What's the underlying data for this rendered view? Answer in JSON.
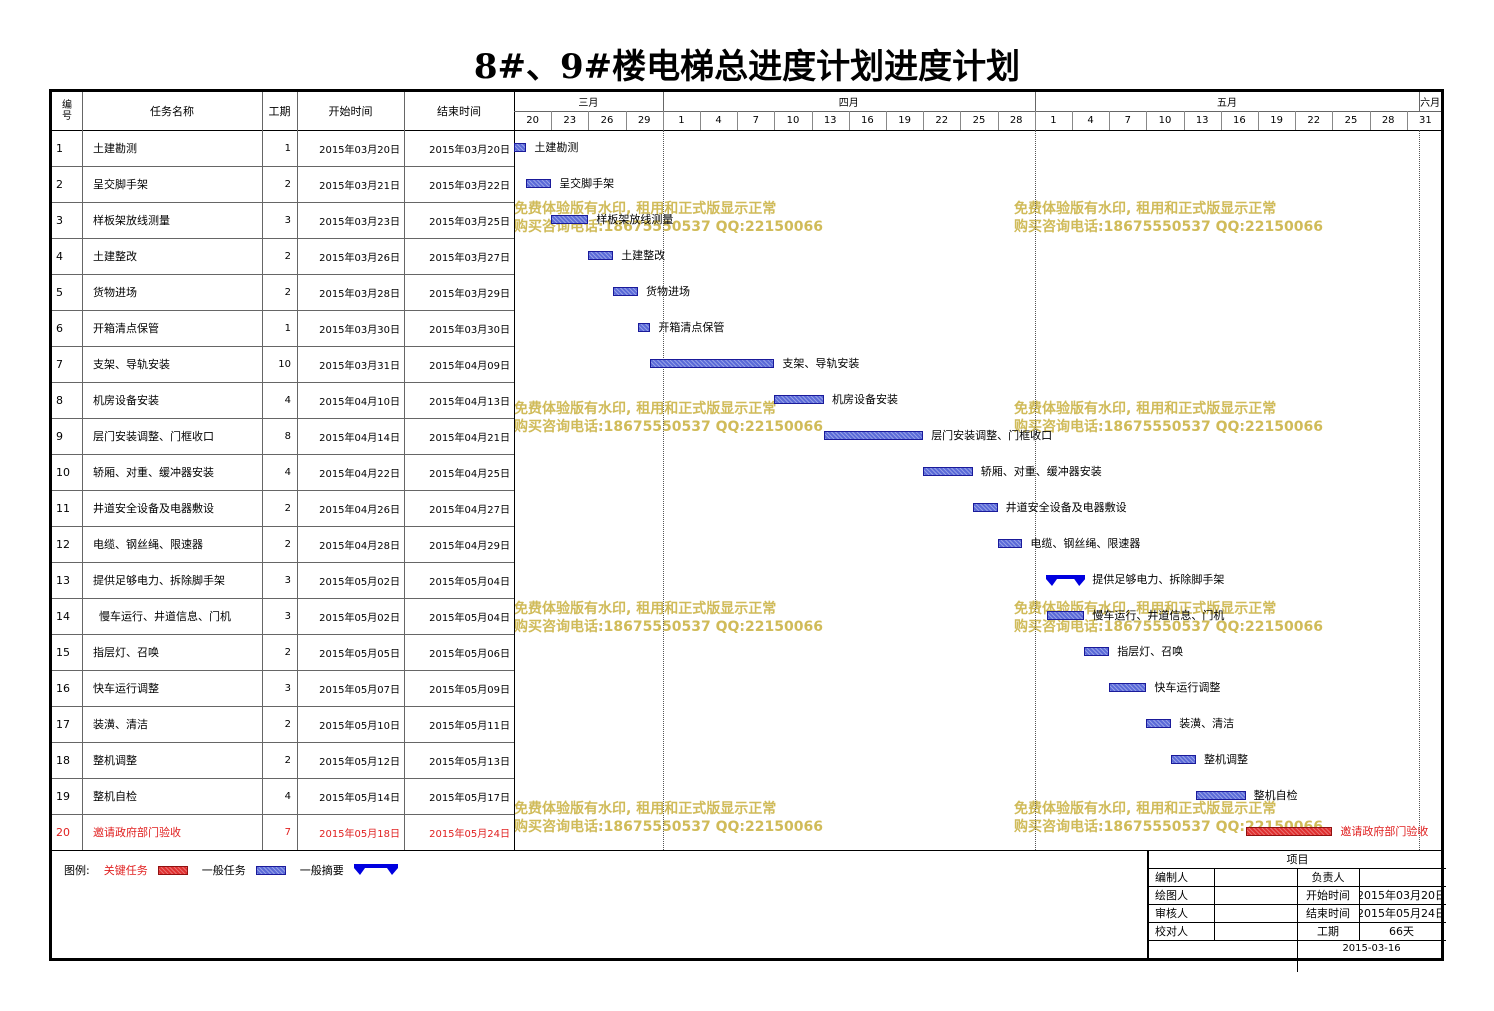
{
  "title": "8#、9#楼电梯总进度计划进度计划",
  "headers": {
    "no": "编号",
    "task": "任务名称",
    "dur": "工期",
    "start": "开始时间",
    "end": "结束时间"
  },
  "months": [
    {
      "label": "三月",
      "from": 0,
      "to": 12
    },
    {
      "label": "四月",
      "from": 12,
      "to": 42
    },
    {
      "label": "五月",
      "from": 42,
      "to": 73
    },
    {
      "label": "六月",
      "from": 73,
      "to": 75
    }
  ],
  "day_ticks": [
    "20",
    "23",
    "26",
    "29",
    "1",
    "4",
    "7",
    "10",
    "13",
    "16",
    "19",
    "22",
    "25",
    "28",
    "1",
    "4",
    "7",
    "10",
    "13",
    "16",
    "19",
    "22",
    "25",
    "28",
    "31"
  ],
  "chart_data": {
    "type": "gantt",
    "title": "8#、9#楼电梯总进度计划进度计划",
    "x_start_date": "2015-03-20",
    "xlim": [
      "2015-03-20",
      "2015-06-02"
    ],
    "tasks": [
      {
        "no": "1",
        "name": "土建勘测",
        "dur": "1",
        "start": "2015年03月20日",
        "end": "2015年03月20日",
        "s": 0,
        "d": 1,
        "kind": "norm"
      },
      {
        "no": "2",
        "name": "呈交脚手架",
        "dur": "2",
        "start": "2015年03月21日",
        "end": "2015年03月22日",
        "s": 1,
        "d": 2,
        "kind": "norm"
      },
      {
        "no": "3",
        "name": "样板架放线测量",
        "dur": "3",
        "start": "2015年03月23日",
        "end": "2015年03月25日",
        "s": 3,
        "d": 3,
        "kind": "norm"
      },
      {
        "no": "4",
        "name": "土建整改",
        "dur": "2",
        "start": "2015年03月26日",
        "end": "2015年03月27日",
        "s": 6,
        "d": 2,
        "kind": "norm"
      },
      {
        "no": "5",
        "name": "货物进场",
        "dur": "2",
        "start": "2015年03月28日",
        "end": "2015年03月29日",
        "s": 8,
        "d": 2,
        "kind": "norm"
      },
      {
        "no": "6",
        "name": "开箱清点保管",
        "dur": "1",
        "start": "2015年03月30日",
        "end": "2015年03月30日",
        "s": 10,
        "d": 1,
        "kind": "norm"
      },
      {
        "no": "7",
        "name": "支架、导轨安装",
        "dur": "10",
        "start": "2015年03月31日",
        "end": "2015年04月09日",
        "s": 11,
        "d": 10,
        "kind": "norm"
      },
      {
        "no": "8",
        "name": "机房设备安装",
        "dur": "4",
        "start": "2015年04月10日",
        "end": "2015年04月13日",
        "s": 21,
        "d": 4,
        "kind": "norm"
      },
      {
        "no": "9",
        "name": "层门安装调整、门框收口",
        "dur": "8",
        "start": "2015年04月14日",
        "end": "2015年04月21日",
        "s": 25,
        "d": 8,
        "kind": "norm"
      },
      {
        "no": "10",
        "name": "轿厢、对重、缓冲器安装",
        "dur": "4",
        "start": "2015年04月22日",
        "end": "2015年04月25日",
        "s": 33,
        "d": 4,
        "kind": "norm"
      },
      {
        "no": "11",
        "name": "井道安全设备及电器敷设",
        "dur": "2",
        "start": "2015年04月26日",
        "end": "2015年04月27日",
        "s": 37,
        "d": 2,
        "kind": "norm"
      },
      {
        "no": "12",
        "name": "电缆、钢丝绳、限速器",
        "dur": "2",
        "start": "2015年04月28日",
        "end": "2015年04月29日",
        "s": 39,
        "d": 2,
        "kind": "norm"
      },
      {
        "no": "13",
        "name": "提供足够电力、拆除脚手架",
        "dur": "3",
        "start": "2015年05月02日",
        "end": "2015年05月04日",
        "s": 43,
        "d": 3,
        "kind": "summ"
      },
      {
        "no": "14",
        "name": "慢车运行、井道信息、门机",
        "dur": "3",
        "start": "2015年05月02日",
        "end": "2015年05月04日",
        "s": 43,
        "d": 3,
        "kind": "norm",
        "indent": true
      },
      {
        "no": "15",
        "name": "指层灯、召唤",
        "dur": "2",
        "start": "2015年05月05日",
        "end": "2015年05月06日",
        "s": 46,
        "d": 2,
        "kind": "norm"
      },
      {
        "no": "16",
        "name": "快车运行调整",
        "dur": "3",
        "start": "2015年05月07日",
        "end": "2015年05月09日",
        "s": 48,
        "d": 3,
        "kind": "norm"
      },
      {
        "no": "17",
        "name": "装潢、清洁",
        "dur": "2",
        "start": "2015年05月10日",
        "end": "2015年05月11日",
        "s": 51,
        "d": 2,
        "kind": "norm"
      },
      {
        "no": "18",
        "name": "整机调整",
        "dur": "2",
        "start": "2015年05月12日",
        "end": "2015年05月13日",
        "s": 53,
        "d": 2,
        "kind": "norm"
      },
      {
        "no": "19",
        "name": "整机自检",
        "dur": "4",
        "start": "2015年05月14日",
        "end": "2015年05月17日",
        "s": 55,
        "d": 4,
        "kind": "norm"
      },
      {
        "no": "20",
        "name": "邀请政府部门验收",
        "dur": "7",
        "start": "2015年05月18日",
        "end": "2015年05月24日",
        "s": 59,
        "d": 7,
        "kind": "crit"
      }
    ]
  },
  "legend": {
    "label": "图例:",
    "critical": "关键任务",
    "normal": "一般任务",
    "summary": "一般摘要"
  },
  "watermark": {
    "line1": "免费体验版有水印, 租用和正式版显示正常",
    "line2": "购买咨询电话:18675550537 QQ:22150066"
  },
  "info": {
    "project": "项目",
    "editor": "编制人",
    "owner": "负责人",
    "drawer": "绘图人",
    "start_label": "开始时间",
    "start_value": "2015年03月20日",
    "reviewer": "审核人",
    "end_label": "结束时间",
    "end_value": "2015年05月24日",
    "checker": "校对人",
    "dur_label": "工期",
    "dur_value": "66天",
    "date": "2015-03-16"
  },
  "colors": {
    "critical": "#e03030",
    "normal": "#5a6ad8",
    "summary": "#0000e0",
    "watermark": "#c8af3c"
  }
}
